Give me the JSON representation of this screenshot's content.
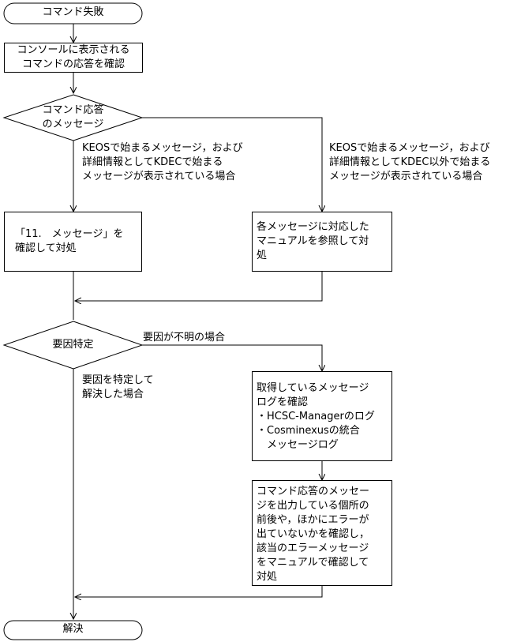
{
  "start": "コマンド失敗",
  "step_check_response": "コンソールに表示される\nコマンドの応答を確認",
  "decision_message": "コマンド応答\nのメッセージ",
  "branch_kdec": "KEOSで始まるメッセージ，および\n詳細情報としてKDECで始まる\nメッセージが表示されている場合",
  "branch_other": "KEOSで始まるメッセージ，および\n詳細情報としてKDEC以外で始まる\nメッセージが表示されている場合",
  "step_refer_section": "「11.　メッセージ」を\n確認して対処",
  "step_refer_manual": "各メッセージに対応した\nマニュアルを参照して対\n処",
  "decision_cause": "要因特定",
  "branch_unknown": "要因が不明の場合",
  "branch_solved": "要因を特定して\n解決した場合",
  "step_check_logs": "取得しているメッセージ\nログを確認\n・HCSC-Managerのログ\n・Cosminexusの統合\n　メッセージログ",
  "step_check_errors": "コマンド応答のメッセー\nジを出力している個所の\n前後や，ほかにエラーが\n出ていないかを確認し，\n該当のエラーメッセージ\nをマニュアルで確認して\n対処",
  "end": "解決"
}
